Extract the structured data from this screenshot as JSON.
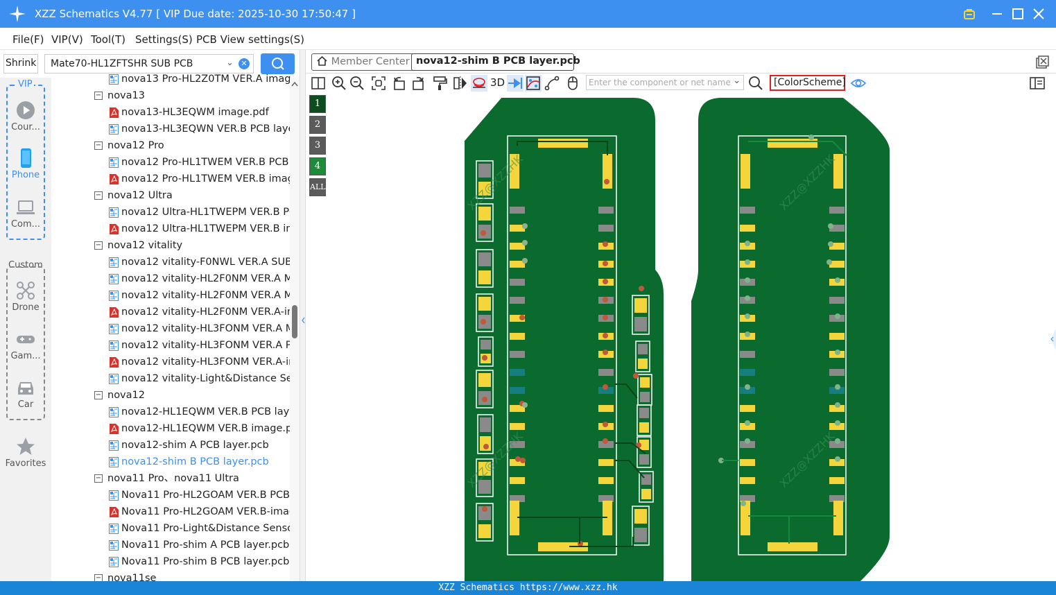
{
  "window": {
    "title": "XZZ Schematics V4.77 [ VIP Due date: 2025-10-30 17:50:47 ]"
  },
  "menu": [
    "File(F)",
    "VIP(V)",
    "Tool(T)",
    "Settings(S)",
    "PCB View settings(S)"
  ],
  "search": {
    "shrink_label": "Shrink",
    "value": "Mate70-HL1ZFTSHR SUB PCB"
  },
  "rail": {
    "vip_label": "VIP",
    "custom_label": "Custom",
    "items": [
      "Cour...",
      "Phone",
      "Com...",
      "Drone",
      "Gam...",
      "Car",
      "Favorites"
    ]
  },
  "tree": [
    {
      "type": "file",
      "icon": "pcb",
      "name": "nova13 Pro-HL2Z0TM VER.A imag"
    },
    {
      "type": "group",
      "name": "nova13"
    },
    {
      "type": "file",
      "icon": "pdf",
      "name": "nova13-HL3EQWM image.pdf"
    },
    {
      "type": "file",
      "icon": "pcb",
      "name": "nova13-HL3EQWN VER.B PCB layer"
    },
    {
      "type": "group",
      "name": "nova12 Pro"
    },
    {
      "type": "file",
      "icon": "pcb",
      "name": "nova12 Pro-HL1TWEM VER.B PCB l"
    },
    {
      "type": "file",
      "icon": "pdf",
      "name": "nova12 Pro-HL1TWEM VER.B imag"
    },
    {
      "type": "group",
      "name": "nova12 Ultra"
    },
    {
      "type": "file",
      "icon": "pcb",
      "name": "nova12 Ultra-HL1TWEPM VER.B PC"
    },
    {
      "type": "file",
      "icon": "pdf",
      "name": "nova12 Ultra-HL1TWEPM VER.B im"
    },
    {
      "type": "group",
      "name": "nova12 vitality"
    },
    {
      "type": "file",
      "icon": "pcb",
      "name": "nova12 vitality-F0NWL VER.A SUB I"
    },
    {
      "type": "file",
      "icon": "pcb",
      "name": "nova12 vitality-HL2F0NM VER.A M"
    },
    {
      "type": "file",
      "icon": "pcb",
      "name": "nova12 vitality-HL2F0NM VER.A M"
    },
    {
      "type": "file",
      "icon": "pdf",
      "name": "nova12 vitality-HL2F0NM VER.A-in"
    },
    {
      "type": "file",
      "icon": "pcb",
      "name": "nova12 vitality-HL3FONM VER.A M"
    },
    {
      "type": "file",
      "icon": "pcb",
      "name": "nova12 vitality-HL3FONM VER.A P("
    },
    {
      "type": "file",
      "icon": "pdf",
      "name": "nova12 vitality-HL3FONM VER.A-ir"
    },
    {
      "type": "file",
      "icon": "pcb",
      "name": "nova12 vitality-Light&Distance Ser"
    },
    {
      "type": "group",
      "name": "nova12"
    },
    {
      "type": "file",
      "icon": "pcb",
      "name": "nova12-HL1EQWM VER.B PCB laye"
    },
    {
      "type": "file",
      "icon": "pdf",
      "name": "nova12-HL1EQWM VER.B image.p("
    },
    {
      "type": "file",
      "icon": "pcb",
      "name": "nova12-shim A PCB layer.pcb"
    },
    {
      "type": "file",
      "icon": "pcb",
      "name": "nova12-shim B PCB layer.pcb",
      "selected": true
    },
    {
      "type": "group",
      "name": "nova11 Pro、nova11 Ultra"
    },
    {
      "type": "file",
      "icon": "pcb",
      "name": "Nova11 Pro-HL2GOAM VER.B PCB"
    },
    {
      "type": "file",
      "icon": "pdf",
      "name": "Nova11 Pro-HL2GOAM VER.B-imaç"
    },
    {
      "type": "file",
      "icon": "pcb",
      "name": "Nova11 Pro-Light&Distance Senso"
    },
    {
      "type": "file",
      "icon": "pcb",
      "name": "Nova11 Pro-shim A PCB layer.pcb"
    },
    {
      "type": "file",
      "icon": "pcb",
      "name": "Nova11 Pro-shim B PCB layer.pcb"
    },
    {
      "type": "group",
      "name": "nova11se"
    }
  ],
  "tabs": {
    "member": "Member Center",
    "active": "nova12-shim B PCB layer.pcb"
  },
  "toolbar": {
    "three_d": "3D",
    "net_placeholder": "Enter the component or net name",
    "color_scheme": "[ColorScheme]"
  },
  "layers": [
    "1",
    "2",
    "3",
    "4",
    "ALL"
  ],
  "watermark": "XZZ@XZZHK",
  "status": "XZZ Schematics https://www.xzz.hk",
  "colors": {
    "accent": "#3d8ff0",
    "pcb": "#0b6b2e",
    "pad": "#f5d53c",
    "pad_gray": "#8a8a8a",
    "pad_teal": "#167e7e",
    "pdf": "#d8322a"
  }
}
